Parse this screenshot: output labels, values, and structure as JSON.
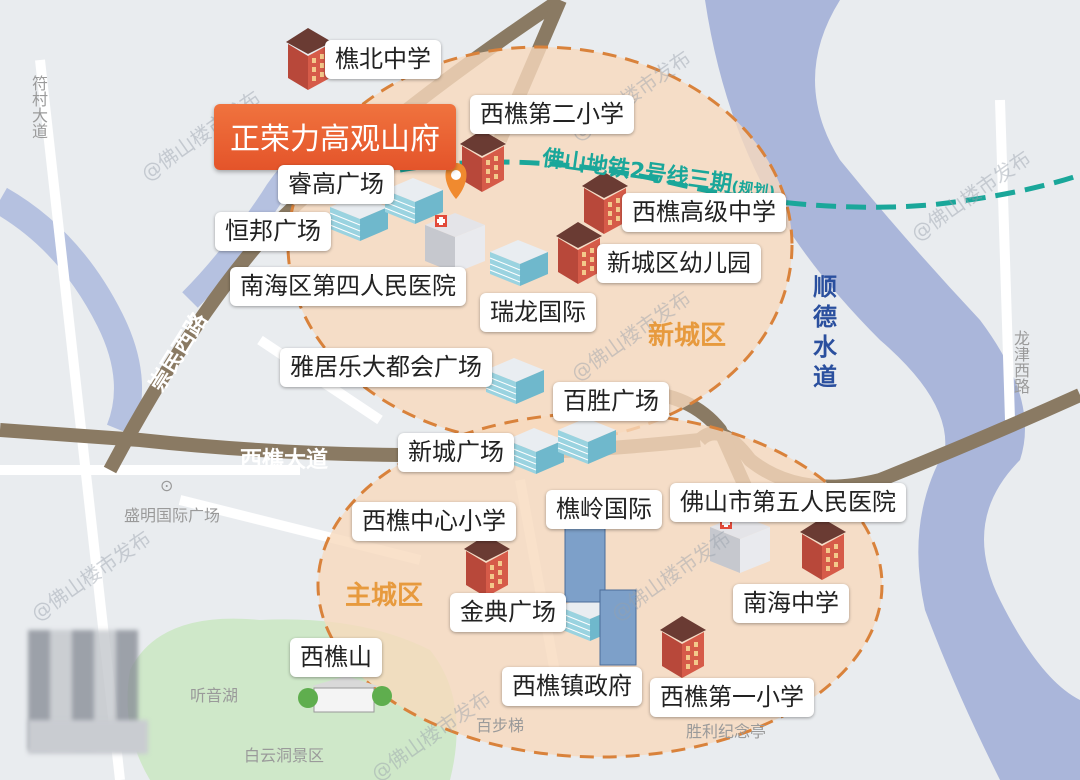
{
  "project": {
    "name": "正荣力高观山府"
  },
  "metro": {
    "line": "佛山地铁2号线三期",
    "note": "(规划)"
  },
  "districts": {
    "new": "新城区",
    "main": "主城区"
  },
  "river": "顺德水道",
  "roads": {
    "xiqiao": "西樵大道",
    "chongmin": "崇民西路"
  },
  "streets": {
    "fucun": "符村大道",
    "longjin": "龙津西路",
    "shengming": "盛明国际广场",
    "tingyinhu": "听音湖",
    "baiyun": "白云洞景区",
    "baibuti": "百步梯",
    "shengli": "胜利纪念亭"
  },
  "schools": {
    "qiaobei": "樵北中学",
    "xiqiao2": "西樵第二小学",
    "xiqiao_high": "西樵高级中学",
    "kindergarten": "新城区幼儿园",
    "xiqiao_center": "西樵中心小学",
    "nanhai_middle": "南海中学",
    "xiqiao1": "西樵第一小学"
  },
  "commercial": {
    "ruigao": "睿高广场",
    "hengbang": "恒邦广场",
    "ruilong": "瑞龙国际",
    "yajule": "雅居乐大都会广场",
    "baisheng": "百胜广场",
    "xincheng": "新城广场",
    "qiaoling": "樵岭国际",
    "jindian": "金典广场"
  },
  "hospitals": {
    "nanhai4": "南海区第四人民医院",
    "foshan5": "佛山市第五人民医院"
  },
  "government": {
    "xiqiao": "西樵镇政府"
  },
  "scenic": {
    "xiqiaoshan": "西樵山"
  },
  "watermarks": [
    "@佛山楼市发布"
  ],
  "colors": {
    "river": "#aab6da",
    "zone_fill": "#f8d9bd",
    "zone_stroke": "#d9823b",
    "metro": "#1aa79a",
    "accent": "#ee6331"
  }
}
